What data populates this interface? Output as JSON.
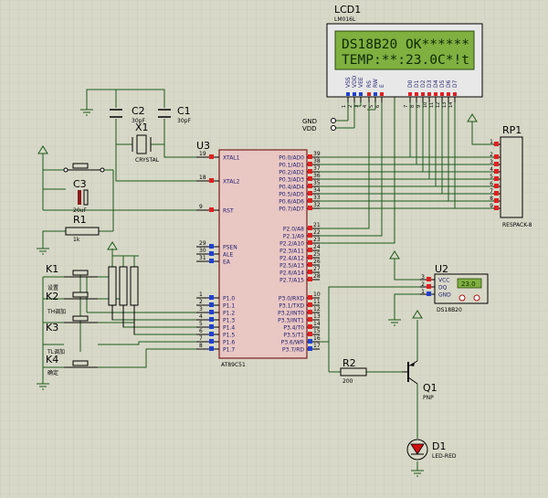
{
  "colors": {
    "background": "#d8d8c8",
    "grid": "#c8c8b8",
    "wire": "#1a5a1a",
    "outline": "#000000",
    "chip_fill": "#e9c7c3",
    "chip_stroke": "#7a1f1f",
    "pin_text": "#1a1a6e",
    "pin_number": "#000000",
    "lcd_screen": "#7fb040",
    "lcd_text": "#0d2a00",
    "pin_red": "#e02020",
    "pin_blue": "#2040d0",
    "led_red": "#d01010"
  },
  "components": {
    "lcd": {
      "ref": "LCD1",
      "part": "LM016L",
      "line1": "DS18B20 OK******",
      "line2": "TEMP:**:23.0C*!t",
      "pins": [
        "VSS",
        "VDD",
        "VEE",
        "RS",
        "RW",
        "E",
        "D0",
        "D1",
        "D2",
        "D3",
        "D4",
        "D5",
        "D6",
        "D7"
      ],
      "pin_numbers": [
        "1",
        "2",
        "3",
        "4",
        "5",
        "6",
        "7",
        "8",
        "9",
        "10",
        "11",
        "12",
        "13",
        "14"
      ]
    },
    "mcu": {
      "ref": "U3",
      "part": "AT89C51",
      "left_pins": [
        {
          "num": "19",
          "name": "XTAL1"
        },
        {
          "num": "18",
          "name": "XTAL2"
        },
        {
          "num": "9",
          "name": "RST"
        },
        {
          "num": "29",
          "name": "PSEN"
        },
        {
          "num": "30",
          "name": "ALE"
        },
        {
          "num": "31",
          "name": "EA"
        },
        {
          "num": "1",
          "name": "P1.0"
        },
        {
          "num": "2",
          "name": "P1.1"
        },
        {
          "num": "3",
          "name": "P1.2"
        },
        {
          "num": "4",
          "name": "P1.3"
        },
        {
          "num": "5",
          "name": "P1.4"
        },
        {
          "num": "6",
          "name": "P1.5"
        },
        {
          "num": "7",
          "name": "P1.6"
        },
        {
          "num": "8",
          "name": "P1.7"
        }
      ],
      "right_pins": [
        {
          "num": "39",
          "name": "P0.0/AD0"
        },
        {
          "num": "38",
          "name": "P0.1/AD1"
        },
        {
          "num": "37",
          "name": "P0.2/AD2"
        },
        {
          "num": "36",
          "name": "P0.3/AD3"
        },
        {
          "num": "35",
          "name": "P0.4/AD4"
        },
        {
          "num": "34",
          "name": "P0.5/AD5"
        },
        {
          "num": "33",
          "name": "P0.6/AD6"
        },
        {
          "num": "32",
          "name": "P0.7/AD7"
        },
        {
          "num": "21",
          "name": "P2.0/A8"
        },
        {
          "num": "22",
          "name": "P2.1/A9"
        },
        {
          "num": "23",
          "name": "P2.2/A10"
        },
        {
          "num": "24",
          "name": "P2.3/A11"
        },
        {
          "num": "25",
          "name": "P2.4/A12"
        },
        {
          "num": "26",
          "name": "P2.5/A13"
        },
        {
          "num": "27",
          "name": "P2.6/A14"
        },
        {
          "num": "28",
          "name": "P2.7/A15"
        },
        {
          "num": "10",
          "name": "P3.0/RXD"
        },
        {
          "num": "11",
          "name": "P3.1/TXD"
        },
        {
          "num": "12",
          "name": "P3.2/INT0"
        },
        {
          "num": "13",
          "name": "P3.3/INT1"
        },
        {
          "num": "14",
          "name": "P3.4/T0"
        },
        {
          "num": "15",
          "name": "P3.5/T1"
        },
        {
          "num": "16",
          "name": "P3.6/WR"
        },
        {
          "num": "17",
          "name": "P3.7/RD"
        }
      ]
    },
    "respack": {
      "ref": "RP1",
      "part": "RESPACK-8",
      "pins": [
        "1",
        "2",
        "3",
        "4",
        "5",
        "6",
        "7",
        "8",
        "9"
      ]
    },
    "sensor": {
      "ref": "U2",
      "part": "DS18B20",
      "pins": [
        {
          "num": "3",
          "name": "VCC"
        },
        {
          "num": "2",
          "name": "DQ"
        },
        {
          "num": "1",
          "name": "GND"
        }
      ],
      "reading": "23.0"
    },
    "c1": {
      "ref": "C1",
      "value": "30pF"
    },
    "c2": {
      "ref": "C2",
      "value": "30pF"
    },
    "c3": {
      "ref": "C3",
      "value": "20uF"
    },
    "x1": {
      "ref": "X1",
      "part": "CRYSTAL"
    },
    "r1": {
      "ref": "R1",
      "value": "1k"
    },
    "r2": {
      "ref": "R2",
      "value": "200"
    },
    "q1": {
      "ref": "Q1",
      "part": "PNP"
    },
    "d1": {
      "ref": "D1",
      "part": "LED-RED"
    },
    "k1": {
      "ref": "K1",
      "label": "设置"
    },
    "k2": {
      "ref": "K2",
      "label": "TH调加"
    },
    "k3": {
      "ref": "K3",
      "label": "TL调加"
    },
    "k4": {
      "ref": "K4",
      "label": "确定"
    },
    "power_labels": {
      "gnd": "GND",
      "vdd": "VDD"
    }
  }
}
